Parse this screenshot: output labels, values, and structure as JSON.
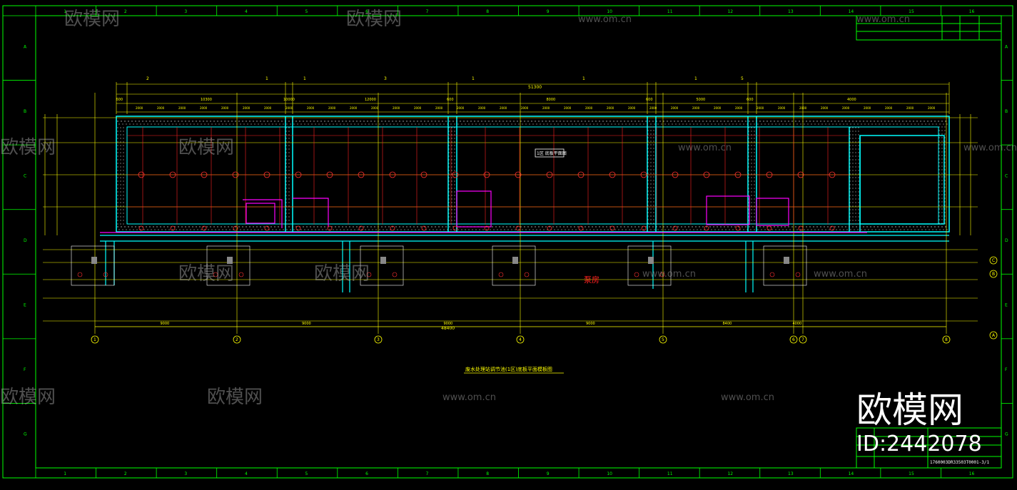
{
  "drawing": {
    "title": "废水处理站调节池(1区)底板平面模板图",
    "drawing_number": "1760003DR33503T0001-3/1",
    "room_label": "泵房",
    "legend_box_text": "1区 底板平面图",
    "frame_colors": {
      "border": "#00ff00",
      "walls": "#00ffff",
      "dims": "#ffff00",
      "centers": "#ff2020",
      "pipes": "#ff00ff",
      "text": "#ffffff"
    },
    "column_numbers": [
      "1",
      "2",
      "3",
      "4",
      "5",
      "6",
      "7",
      "8",
      "9",
      "10",
      "11",
      "12",
      "13",
      "14",
      "15",
      "16"
    ],
    "row_letters": [
      "A",
      "B",
      "C",
      "D",
      "E",
      "F",
      "G"
    ],
    "grid_axes_bottom": [
      "1",
      "2",
      "3",
      "4",
      "5",
      "6",
      "7",
      "8"
    ],
    "grid_axes_right": [
      "A",
      "B",
      "C"
    ],
    "top_dim_labels": [
      "600",
      "10300",
      "10000",
      "12000",
      "600",
      "8000",
      "600",
      "5000",
      "600",
      "4000"
    ],
    "top_total": "51300",
    "bottom_dims": [
      "9000",
      "9000",
      "9000",
      "9000",
      "8400",
      "4000"
    ],
    "bottom_total": "48400",
    "top_grid_labels": [
      "2",
      "1",
      "1",
      "3",
      "1",
      "1",
      "1",
      "5"
    ]
  },
  "watermark": {
    "site": "www.om.cn",
    "brand": "欧模网",
    "id": "ID:2442078"
  }
}
